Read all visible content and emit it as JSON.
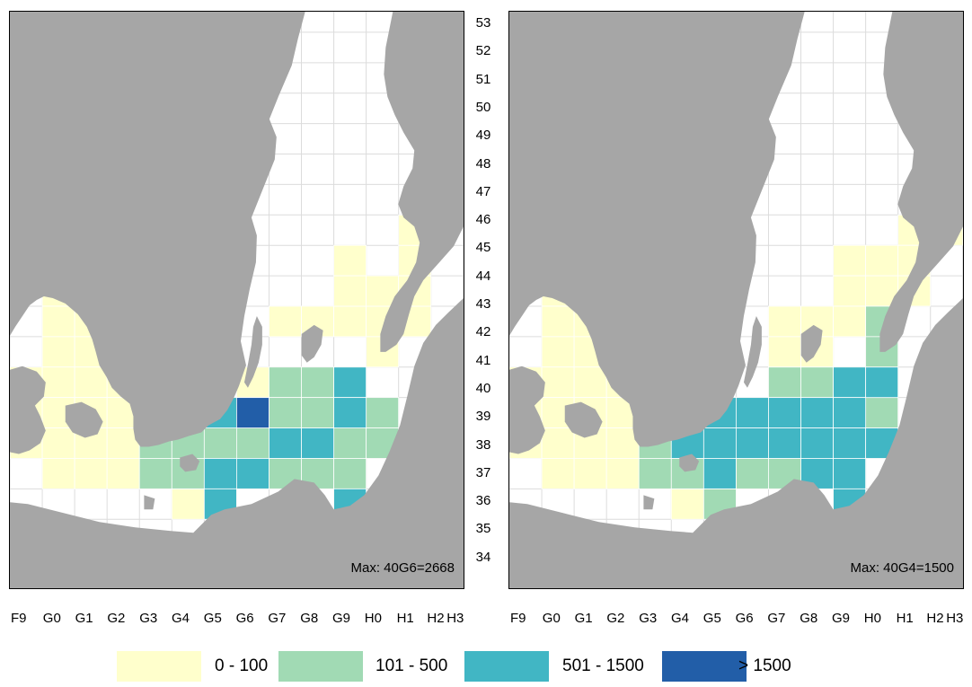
{
  "y_labels": [
    "53",
    "52",
    "51",
    "50",
    "49",
    "48",
    "47",
    "46",
    "45",
    "44",
    "43",
    "42",
    "41",
    "40",
    "39",
    "38",
    "37",
    "36",
    "35",
    "34"
  ],
  "x_labels": [
    "F9",
    "G0",
    "G1",
    "G2",
    "G3",
    "G4",
    "G5",
    "G6",
    "G7",
    "G8",
    "G9",
    "H0",
    "H1",
    "H2",
    "H3"
  ],
  "maps": {
    "left": {
      "max_label": "Max: 40G6=2668",
      "cells": [
        {
          "col": "G0",
          "row": "44",
          "cls": 1
        },
        {
          "col": "G1",
          "row": "44",
          "cls": 1
        },
        {
          "col": "G0",
          "row": "43",
          "cls": 1
        },
        {
          "col": "G1",
          "row": "43",
          "cls": 1
        },
        {
          "col": "G2",
          "row": "43",
          "cls": 1
        },
        {
          "col": "G0",
          "row": "42",
          "cls": 1
        },
        {
          "col": "G1",
          "row": "42",
          "cls": 1
        },
        {
          "col": "G2",
          "row": "42",
          "cls": 1
        },
        {
          "col": "F9",
          "row": "41",
          "cls": 1
        },
        {
          "col": "G0",
          "row": "41",
          "cls": 1
        },
        {
          "col": "G1",
          "row": "41",
          "cls": 1
        },
        {
          "col": "G2",
          "row": "41",
          "cls": 1
        },
        {
          "col": "F9",
          "row": "40",
          "cls": 1
        },
        {
          "col": "G0",
          "row": "40",
          "cls": 1
        },
        {
          "col": "G1",
          "row": "40",
          "cls": 1
        },
        {
          "col": "G2",
          "row": "40",
          "cls": 1
        },
        {
          "col": "F9",
          "row": "39",
          "cls": 1
        },
        {
          "col": "G0",
          "row": "39",
          "cls": 1
        },
        {
          "col": "G1",
          "row": "39",
          "cls": 1
        },
        {
          "col": "G2",
          "row": "39",
          "cls": 1
        },
        {
          "col": "G0",
          "row": "38",
          "cls": 1
        },
        {
          "col": "G1",
          "row": "38",
          "cls": 1
        },
        {
          "col": "G2",
          "row": "38",
          "cls": 1
        },
        {
          "col": "G4",
          "row": "37",
          "cls": 1
        },
        {
          "col": "G7",
          "row": "43",
          "cls": 1
        },
        {
          "col": "G8",
          "row": "43",
          "cls": 1
        },
        {
          "col": "G9",
          "row": "43",
          "cls": 1
        },
        {
          "col": "H0",
          "row": "43",
          "cls": 1
        },
        {
          "col": "H1",
          "row": "43",
          "cls": 1
        },
        {
          "col": "G9",
          "row": "45",
          "cls": 1
        },
        {
          "col": "H1",
          "row": "45",
          "cls": 1
        },
        {
          "col": "H1",
          "row": "46",
          "cls": 1
        },
        {
          "col": "G9",
          "row": "44",
          "cls": 1
        },
        {
          "col": "H0",
          "row": "44",
          "cls": 1
        },
        {
          "col": "H1",
          "row": "44",
          "cls": 1
        },
        {
          "col": "H0",
          "row": "42",
          "cls": 1
        },
        {
          "col": "G6",
          "row": "41",
          "cls": 1
        },
        {
          "col": "G3",
          "row": "39",
          "cls": 2
        },
        {
          "col": "G4",
          "row": "39",
          "cls": 2
        },
        {
          "col": "G5",
          "row": "39",
          "cls": 2
        },
        {
          "col": "G6",
          "row": "39",
          "cls": 2
        },
        {
          "col": "G3",
          "row": "38",
          "cls": 2
        },
        {
          "col": "G4",
          "row": "38",
          "cls": 2
        },
        {
          "col": "G7",
          "row": "38",
          "cls": 2
        },
        {
          "col": "G8",
          "row": "38",
          "cls": 2
        },
        {
          "col": "G7",
          "row": "41",
          "cls": 2
        },
        {
          "col": "G8",
          "row": "41",
          "cls": 2
        },
        {
          "col": "G7",
          "row": "40",
          "cls": 2
        },
        {
          "col": "G8",
          "row": "40",
          "cls": 2
        },
        {
          "col": "H0",
          "row": "40",
          "cls": 2
        },
        {
          "col": "G9",
          "row": "39",
          "cls": 2
        },
        {
          "col": "H0",
          "row": "39",
          "cls": 2
        },
        {
          "col": "G9",
          "row": "38",
          "cls": 2
        },
        {
          "col": "G5",
          "row": "40",
          "cls": 3
        },
        {
          "col": "G7",
          "row": "39",
          "cls": 3
        },
        {
          "col": "G8",
          "row": "39",
          "cls": 3
        },
        {
          "col": "G9",
          "row": "41",
          "cls": 3
        },
        {
          "col": "G9",
          "row": "40",
          "cls": 3
        },
        {
          "col": "G5",
          "row": "38",
          "cls": 3
        },
        {
          "col": "G6",
          "row": "38",
          "cls": 3
        },
        {
          "col": "G5",
          "row": "37",
          "cls": 3
        },
        {
          "col": "G9",
          "row": "37",
          "cls": 3
        },
        {
          "col": "G4",
          "row": "40",
          "cls": 4
        },
        {
          "col": "G6",
          "row": "40",
          "cls": 4
        }
      ]
    },
    "right": {
      "max_label": "Max: 40G4=1500",
      "cells": [
        {
          "col": "G0",
          "row": "44",
          "cls": 1
        },
        {
          "col": "G1",
          "row": "44",
          "cls": 1
        },
        {
          "col": "G0",
          "row": "43",
          "cls": 1
        },
        {
          "col": "G1",
          "row": "43",
          "cls": 1
        },
        {
          "col": "G2",
          "row": "43",
          "cls": 1
        },
        {
          "col": "G0",
          "row": "42",
          "cls": 1
        },
        {
          "col": "G1",
          "row": "42",
          "cls": 1
        },
        {
          "col": "G2",
          "row": "42",
          "cls": 1
        },
        {
          "col": "F9",
          "row": "41",
          "cls": 1
        },
        {
          "col": "G0",
          "row": "41",
          "cls": 1
        },
        {
          "col": "G1",
          "row": "41",
          "cls": 1
        },
        {
          "col": "G2",
          "row": "41",
          "cls": 1
        },
        {
          "col": "F9",
          "row": "40",
          "cls": 1
        },
        {
          "col": "G0",
          "row": "40",
          "cls": 1
        },
        {
          "col": "G1",
          "row": "40",
          "cls": 1
        },
        {
          "col": "G2",
          "row": "40",
          "cls": 1
        },
        {
          "col": "F9",
          "row": "39",
          "cls": 1
        },
        {
          "col": "G0",
          "row": "39",
          "cls": 1
        },
        {
          "col": "G1",
          "row": "39",
          "cls": 1
        },
        {
          "col": "G2",
          "row": "39",
          "cls": 1
        },
        {
          "col": "G0",
          "row": "38",
          "cls": 1
        },
        {
          "col": "G1",
          "row": "38",
          "cls": 1
        },
        {
          "col": "G2",
          "row": "38",
          "cls": 1
        },
        {
          "col": "G4",
          "row": "37",
          "cls": 1
        },
        {
          "col": "H1",
          "row": "46",
          "cls": 1
        },
        {
          "col": "H2",
          "row": "46",
          "cls": 1
        },
        {
          "col": "G9",
          "row": "45",
          "cls": 1
        },
        {
          "col": "H0",
          "row": "45",
          "cls": 1
        },
        {
          "col": "H1",
          "row": "45",
          "cls": 1
        },
        {
          "col": "G9",
          "row": "44",
          "cls": 1
        },
        {
          "col": "H0",
          "row": "44",
          "cls": 1
        },
        {
          "col": "H1",
          "row": "44",
          "cls": 1
        },
        {
          "col": "G7",
          "row": "43",
          "cls": 1
        },
        {
          "col": "G8",
          "row": "43",
          "cls": 1
        },
        {
          "col": "G9",
          "row": "43",
          "cls": 1
        },
        {
          "col": "G8",
          "row": "42",
          "cls": 1
        },
        {
          "col": "G7",
          "row": "42",
          "cls": 1
        },
        {
          "col": "H0",
          "row": "43",
          "cls": 2
        },
        {
          "col": "H0",
          "row": "42",
          "cls": 2
        },
        {
          "col": "G3",
          "row": "41",
          "cls": 2
        },
        {
          "col": "G3",
          "row": "40",
          "cls": 2
        },
        {
          "col": "G3",
          "row": "39",
          "cls": 2
        },
        {
          "col": "G3",
          "row": "38",
          "cls": 2
        },
        {
          "col": "G4",
          "row": "38",
          "cls": 2
        },
        {
          "col": "G6",
          "row": "38",
          "cls": 2
        },
        {
          "col": "G7",
          "row": "38",
          "cls": 2
        },
        {
          "col": "G5",
          "row": "37",
          "cls": 2
        },
        {
          "col": "G7",
          "row": "41",
          "cls": 2
        },
        {
          "col": "G8",
          "row": "41",
          "cls": 2
        },
        {
          "col": "H0",
          "row": "40",
          "cls": 2
        },
        {
          "col": "G9",
          "row": "41",
          "cls": 3
        },
        {
          "col": "H0",
          "row": "41",
          "cls": 3
        },
        {
          "col": "G5",
          "row": "40",
          "cls": 3
        },
        {
          "col": "G6",
          "row": "40",
          "cls": 3
        },
        {
          "col": "G7",
          "row": "40",
          "cls": 3
        },
        {
          "col": "G8",
          "row": "40",
          "cls": 3
        },
        {
          "col": "G9",
          "row": "40",
          "cls": 3
        },
        {
          "col": "G4",
          "row": "39",
          "cls": 3
        },
        {
          "col": "G5",
          "row": "39",
          "cls": 3
        },
        {
          "col": "G6",
          "row": "39",
          "cls": 3
        },
        {
          "col": "G7",
          "row": "39",
          "cls": 3
        },
        {
          "col": "G8",
          "row": "39",
          "cls": 3
        },
        {
          "col": "G9",
          "row": "39",
          "cls": 3
        },
        {
          "col": "H0",
          "row": "39",
          "cls": 3
        },
        {
          "col": "G5",
          "row": "38",
          "cls": 3
        },
        {
          "col": "G8",
          "row": "38",
          "cls": 3
        },
        {
          "col": "G9",
          "row": "38",
          "cls": 3
        },
        {
          "col": "G9",
          "row": "37",
          "cls": 3
        },
        {
          "col": "G4",
          "row": "40",
          "cls": 4
        }
      ]
    }
  },
  "legend": [
    {
      "label": "0 - 100",
      "color": "#ffffcc"
    },
    {
      "label": "101 - 500",
      "color": "#a1dab4"
    },
    {
      "label": "501 - 1500",
      "color": "#41b6c4"
    },
    {
      "label": "> 1500",
      "color": "#225ea8"
    }
  ],
  "colors": {
    "land": "#a6a6a6",
    "sea": "#ffffff",
    "grid": "#dcdcdc"
  }
}
